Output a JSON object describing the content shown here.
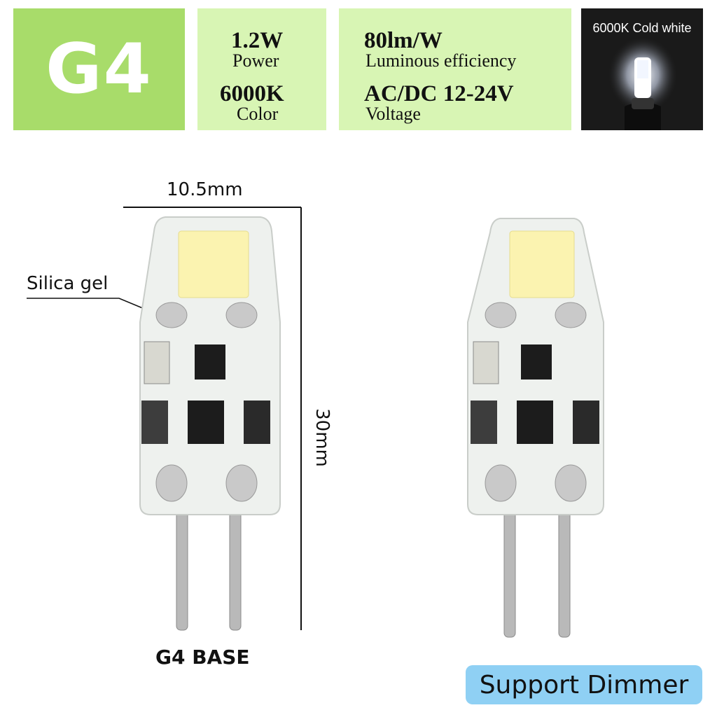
{
  "header": {
    "base_type": "G4",
    "power_value": "1.2W",
    "power_label": "Power",
    "color_value": "6000K",
    "color_label": "Color",
    "efficiency_value": "80lm/W",
    "efficiency_label": "Luminous efficiency",
    "voltage_value": "AC/DC 12-24V",
    "voltage_label": "Voltage",
    "photo_caption": "6000K Cold white"
  },
  "diagram": {
    "width_dim": "10.5mm",
    "height_dim": "30mm",
    "material_label": "Silica gel",
    "base_label": "G4 BASE"
  },
  "badge": {
    "dimmer_label": "Support Dimmer"
  },
  "colors": {
    "accent_green": "#a8dc6a",
    "light_green": "#d8f5b4",
    "badge_blue": "#8fd0f4",
    "led_yellow": "#fbf3b0"
  },
  "icons": [
    "led-bulb-icon",
    "glowing-bulb-icon"
  ]
}
